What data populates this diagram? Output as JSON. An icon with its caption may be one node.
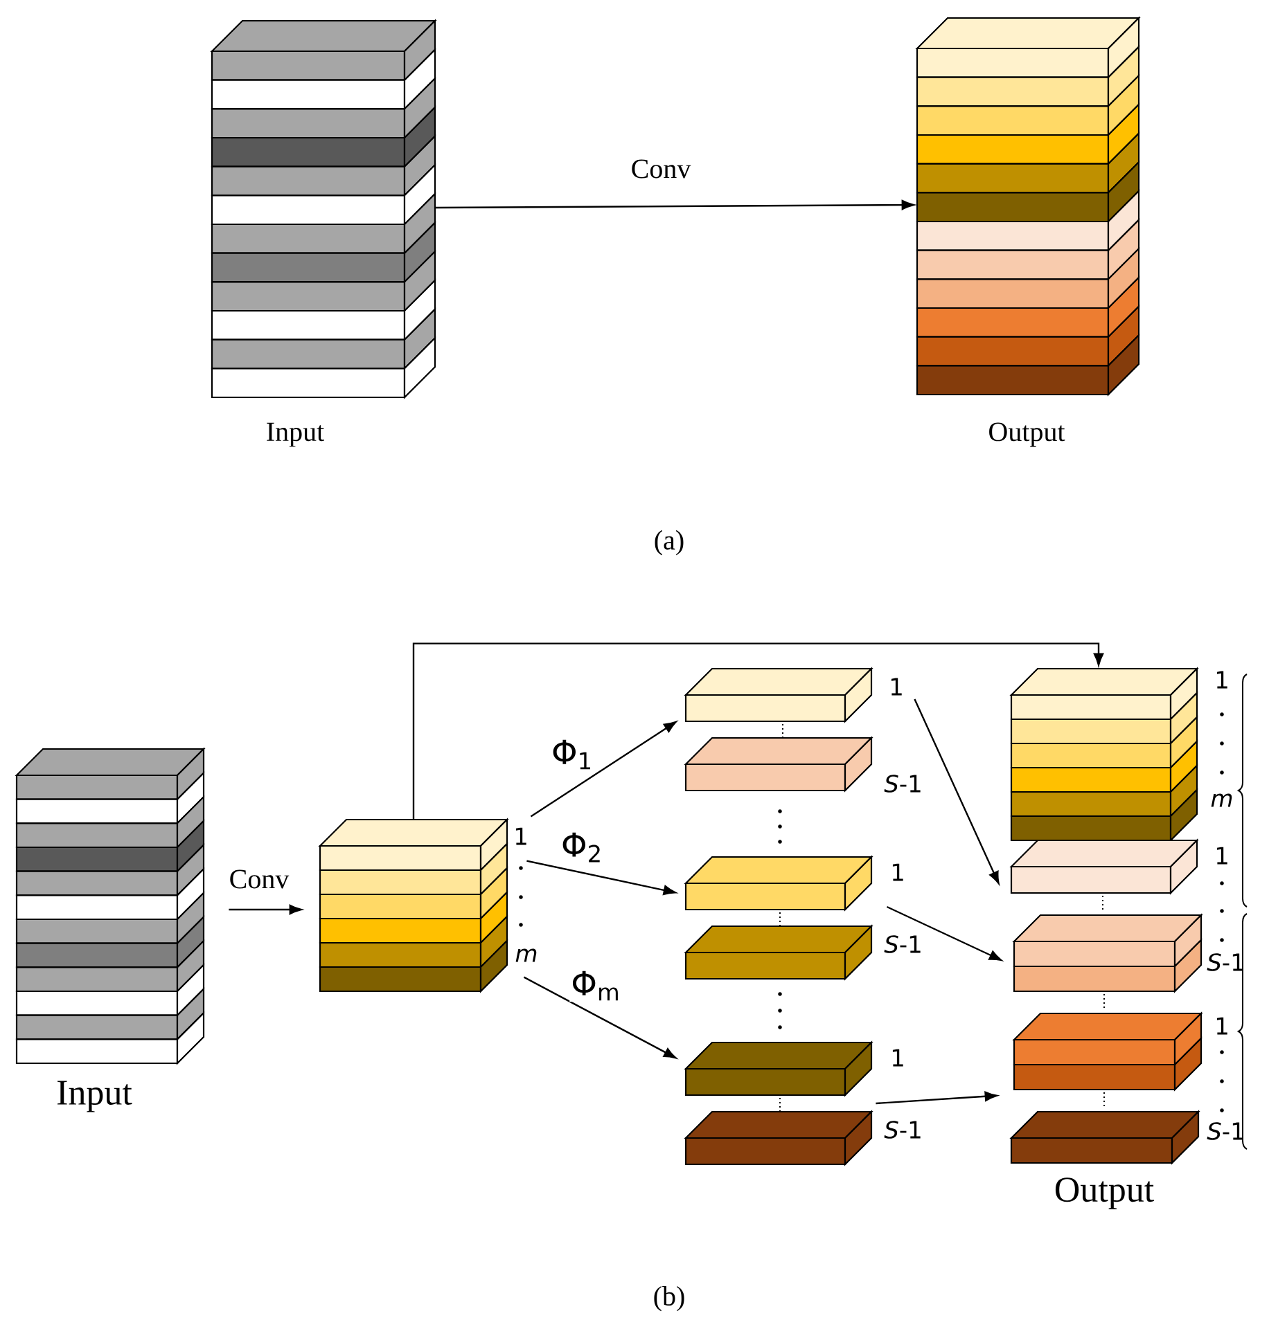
{
  "diagram": {
    "nodes": [
      {
        "text": [],
        "shape": "box",
        "beside": [
          "Input"
        ]
      },
      {
        "text": [],
        "shape": "box",
        "beside": [
          "Output"
        ]
      },
      {
        "text": [],
        "shape": "box",
        "beside": [
          "Input"
        ]
      },
      {
        "text": [],
        "shape": "box",
        "beside": [
          "1",
          "*m*"
        ]
      },
      {
        "text": [],
        "shape": "box",
        "beside": [
          "1"
        ]
      },
      {
        "text": [],
        "shape": "box",
        "beside": [
          "*S*-1"
        ]
      },
      {
        "text": [],
        "shape": "box",
        "beside": [
          "1"
        ]
      },
      {
        "text": [],
        "shape": "box",
        "beside": [
          "*S*-1"
        ]
      },
      {
        "text": [],
        "shape": "box",
        "beside": [
          "1"
        ]
      },
      {
        "text": [],
        "shape": "box",
        "beside": [
          "*S*-1"
        ]
      },
      {
        "text": [],
        "shape": "box",
        "beside": [
          "1",
          "*m*"
        ]
      },
      {
        "text": [],
        "shape": "box",
        "beside": [
          "1"
        ]
      },
      {
        "text": [],
        "shape": "box",
        "beside": [
          "*S*-1"
        ]
      },
      {
        "text": [],
        "shape": "box",
        "beside": [
          "1"
        ]
      },
      {
        "text": [],
        "shape": "box",
        "beside": [
          "*S*-1"
        ]
      }
    ],
    "edges": [
      {
        "from": 0,
        "to": 1,
        "arrow": "to",
        "label": "Conv"
      },
      {
        "from": 2,
        "to": 3,
        "arrow": "to",
        "label": "Conv"
      },
      {
        "from": 3,
        "to": 10,
        "arrow": "to"
      },
      {
        "from": 3,
        "to": 4,
        "arrow": "to",
        "label": "Φ$_{1}$"
      },
      {
        "from": 3,
        "to": 6,
        "arrow": "to",
        "label": "Φ$_{2}$"
      },
      {
        "from": 3,
        "to": 8,
        "arrow": "to",
        "label": "Φ$_{m}$"
      },
      {
        "from": 4,
        "to": 11,
        "arrow": "to"
      },
      {
        "from": 6,
        "to": 12,
        "arrow": "to"
      },
      {
        "from": 8,
        "to": 13,
        "arrow": "to"
      }
    ],
    "labels": [
      "(a)",
      "Output",
      "(b)"
    ]
  }
}
